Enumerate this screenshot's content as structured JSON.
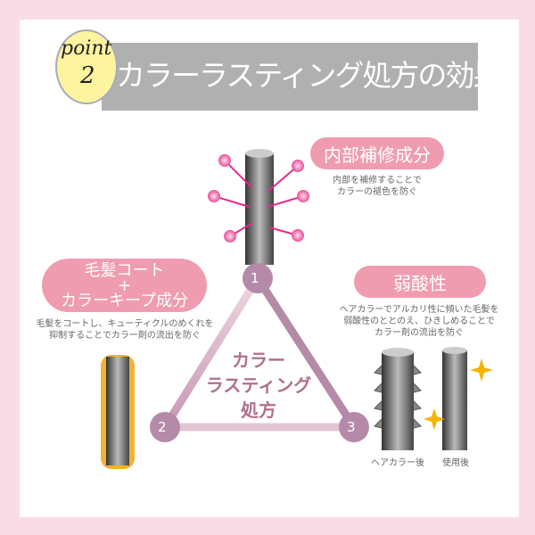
{
  "header": {
    "badge_word": "point",
    "badge_number": "2",
    "title": "カラーラスティング処方の効果"
  },
  "features": [
    {
      "number": "1",
      "label": "内部補修成分",
      "description": [
        "内部を補修することで",
        "カラーの褪色を防ぐ"
      ]
    },
    {
      "number": "2",
      "label": [
        "毛髪コート",
        "+",
        "カラーキープ成分"
      ],
      "description": [
        "毛髪をコートし、キューティクルのめくれを",
        "抑制することでカラー剤の流出を防ぐ"
      ]
    },
    {
      "number": "3",
      "label": "弱酸性",
      "description": [
        "ヘアカラーでアルカリ性に傾いた毛髪を",
        "弱酸性のととのえ、ひきしめることで",
        "カラー剤の流出を防ぐ"
      ]
    }
  ],
  "center": [
    "カラー",
    "ラスティング",
    "処方"
  ],
  "comparison": {
    "before": "ヘアカラー後",
    "after": "使用後"
  },
  "colors": {
    "border": "#fadce6",
    "pill": "#f09cb0",
    "triangle": "#b48aa8",
    "banner": "#b0b0b0"
  }
}
